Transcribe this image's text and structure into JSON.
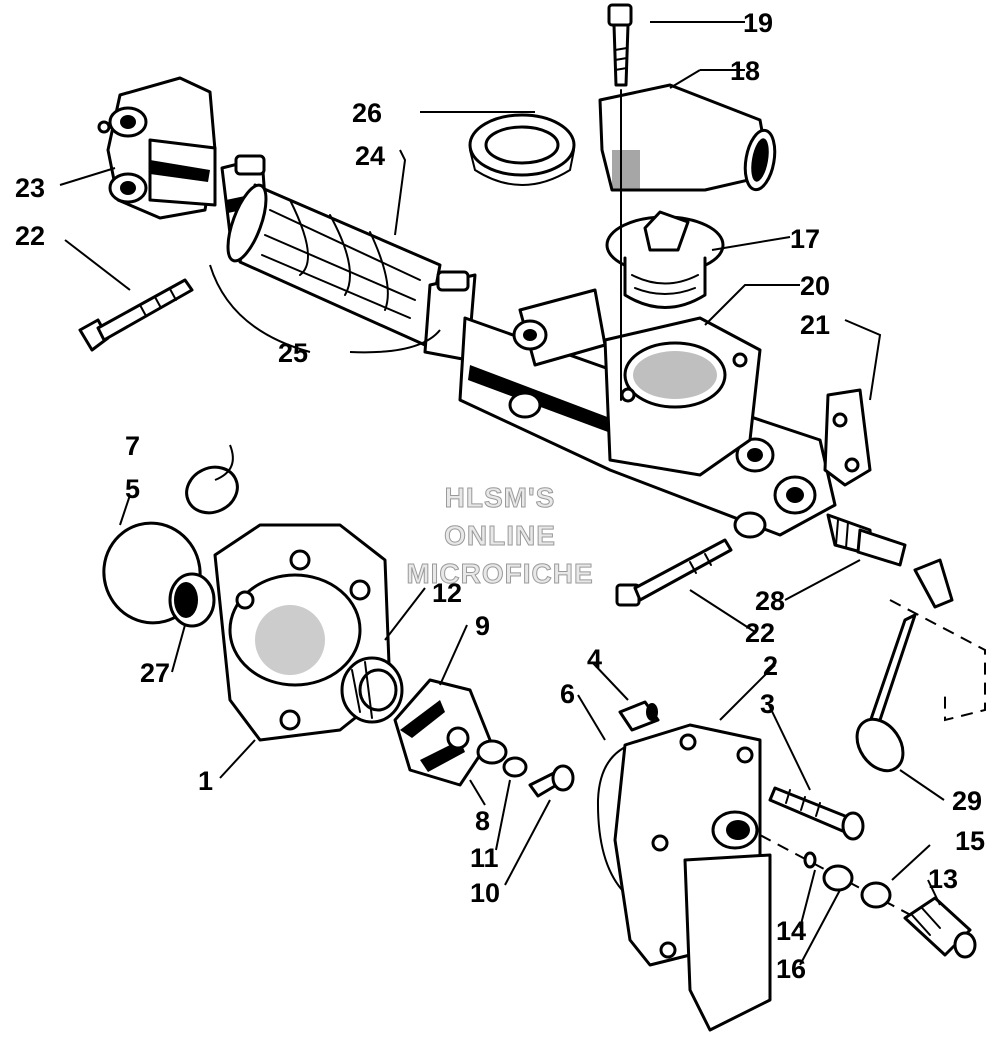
{
  "watermark": [
    "HLSM'S",
    "ONLINE",
    "MICROFICHE"
  ],
  "callouts": {
    "p1": "1",
    "p2": "2",
    "p3": "3",
    "p4": "4",
    "p5": "5",
    "p6": "6",
    "p7": "7",
    "p8": "8",
    "p9": "9",
    "p10": "10",
    "p11": "11",
    "p12": "12",
    "p13": "13",
    "p14": "14",
    "p15": "15",
    "p16": "16",
    "p17": "17",
    "p18": "18",
    "p19": "19",
    "p20": "20",
    "p21": "21",
    "p22a": "22",
    "p22b": "22",
    "p23": "23",
    "p24": "24",
    "p25": "25",
    "p26": "26",
    "p27": "27",
    "p28": "28",
    "p29": "29"
  }
}
